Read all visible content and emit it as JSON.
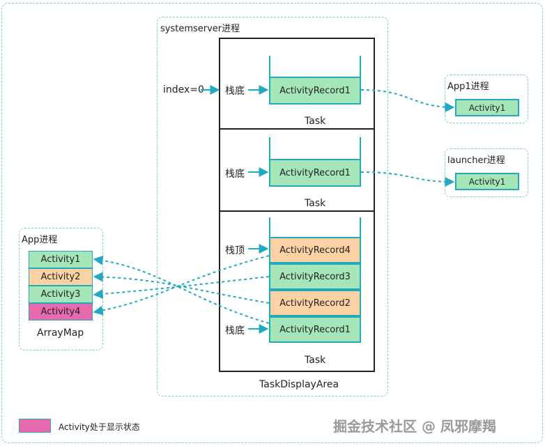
{
  "systemserver": {
    "title": "systemserver进程"
  },
  "index_label": "index=0",
  "tasks": [
    {
      "bottom_label": "栈底",
      "records": [
        {
          "text": "ActivityRecord1",
          "color": "green"
        }
      ],
      "name": "Task"
    },
    {
      "bottom_label": "栈底",
      "records": [
        {
          "text": "ActivityRecord1",
          "color": "green"
        }
      ],
      "name": "Task"
    },
    {
      "top_label": "栈顶",
      "bottom_label": "栈底",
      "records": [
        {
          "text": "ActivityRecord4",
          "color": "orange"
        },
        {
          "text": "ActivityRecord3",
          "color": "green"
        },
        {
          "text": "ActivityRecord2",
          "color": "orange"
        },
        {
          "text": "ActivityRecord1",
          "color": "green"
        }
      ],
      "name": "Task"
    }
  ],
  "task_display_area": "TaskDisplayArea",
  "app1": {
    "title": "App1进程",
    "activity": "Activity1"
  },
  "launcher": {
    "title": "launcher进程",
    "activity": "Activity1"
  },
  "app": {
    "title": "App进程",
    "activities": [
      {
        "text": "Activity1",
        "color": "green"
      },
      {
        "text": "Activity2",
        "color": "orange"
      },
      {
        "text": "Activity3",
        "color": "green"
      },
      {
        "text": "Activity4",
        "color": "pink"
      }
    ],
    "container": "ArrayMap"
  },
  "legend": {
    "text": "Activity处于显示状态",
    "color": "#e76aae"
  },
  "watermark": "掘金技术社区 @ 凤邪摩羯",
  "colors": {
    "green": "#a5e6b9",
    "orange": "#fcd2a4",
    "pink": "#e76aae",
    "arrow": "#22a9c0",
    "dashed_border": "#7fd1bf"
  }
}
